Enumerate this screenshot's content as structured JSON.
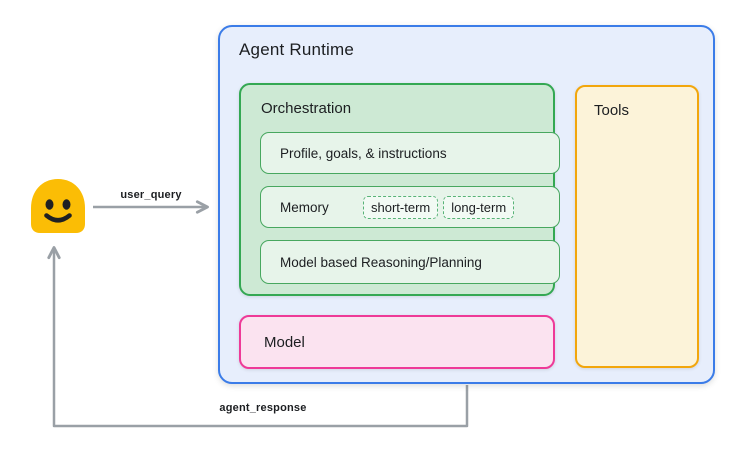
{
  "user": {
    "icon": "user-blob-icon"
  },
  "flows": {
    "user_query_label": "user_query",
    "agent_response_label": "agent_response"
  },
  "runtime": {
    "title": "Agent Runtime",
    "orchestration": {
      "title": "Orchestration",
      "items": [
        {
          "label": "Profile, goals, & instructions"
        },
        {
          "label": "Memory",
          "chips": [
            "short-term",
            "long-term"
          ]
        },
        {
          "label": "Model based Reasoning/Planning"
        }
      ]
    },
    "model": {
      "title": "Model"
    },
    "tools": {
      "title": "Tools"
    }
  },
  "colors": {
    "runtime_fill": "#e7eefc",
    "runtime_border": "#3b7ce8",
    "orchestration_fill": "#cde9d4",
    "orchestration_border": "#34a853",
    "item_fill": "#e7f4ea",
    "item_border": "#47a75f",
    "chip_border": "#58b377",
    "model_fill": "#fbe3f0",
    "model_border": "#ee3a98",
    "tools_fill": "#fcf3d9",
    "tools_border": "#f2a60c",
    "arrow": "#9aa0a6",
    "user_yellow": "#fbbd05",
    "text": "#1c1e21"
  }
}
